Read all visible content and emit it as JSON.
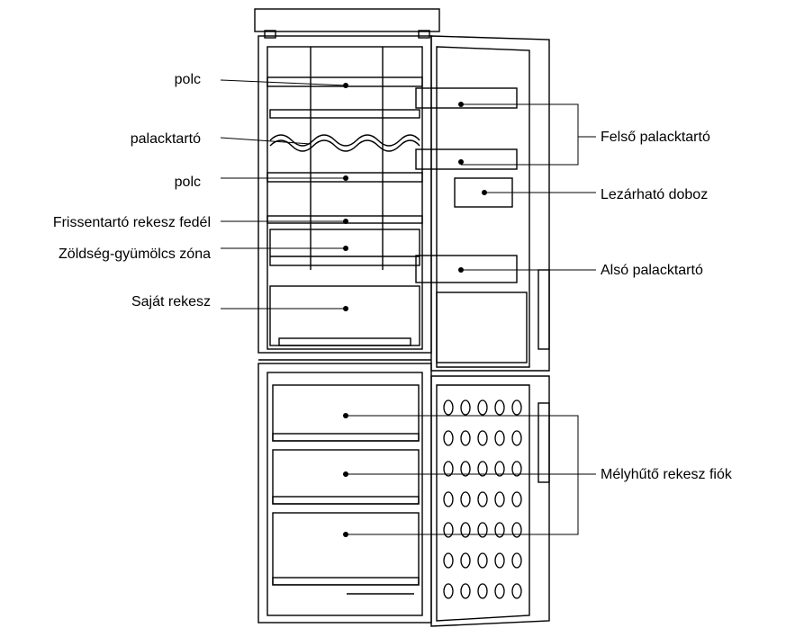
{
  "labels": {
    "polc_top": "polc",
    "palacktarto": "palacktartó",
    "polc_mid": "polc",
    "frissentarto": "Frissentartó rekesz fedél",
    "zoldseg": "Zöldség-gyümölcs zóna",
    "sajat": "Saját rekesz",
    "felso": "Felső palacktartó",
    "lezarhato": "Lezárható doboz",
    "also": "Alsó palacktartó",
    "melyhuto": "Mélyhűtő rekesz fiók"
  },
  "colors": {
    "line": "#000000",
    "background": "#ffffff"
  }
}
